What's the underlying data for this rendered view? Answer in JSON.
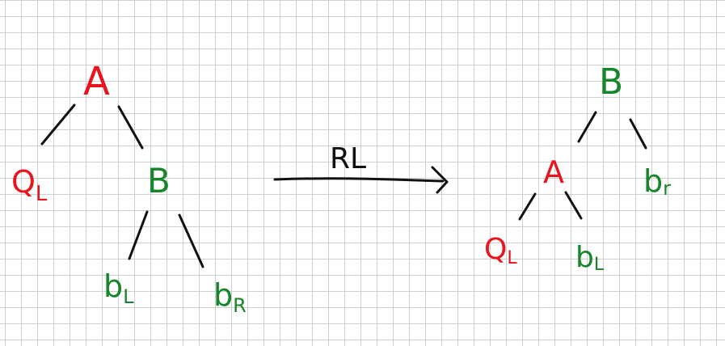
{
  "colors": {
    "red": "#e8141e",
    "green": "#17852a",
    "ink": "#111111"
  },
  "left_tree": {
    "root": "A",
    "left_child": "Q",
    "left_child_sub": "L",
    "right_child": "B",
    "right_left": "b",
    "right_left_sub": "L",
    "right_right": "b",
    "right_right_sub": "R"
  },
  "arrow": {
    "label": "RL"
  },
  "right_tree": {
    "root": "B",
    "left_child": "A",
    "right_child": "b",
    "right_child_sub": "r",
    "left_left": "Q",
    "left_left_sub": "L",
    "left_right": "b",
    "left_right_sub": "L"
  }
}
